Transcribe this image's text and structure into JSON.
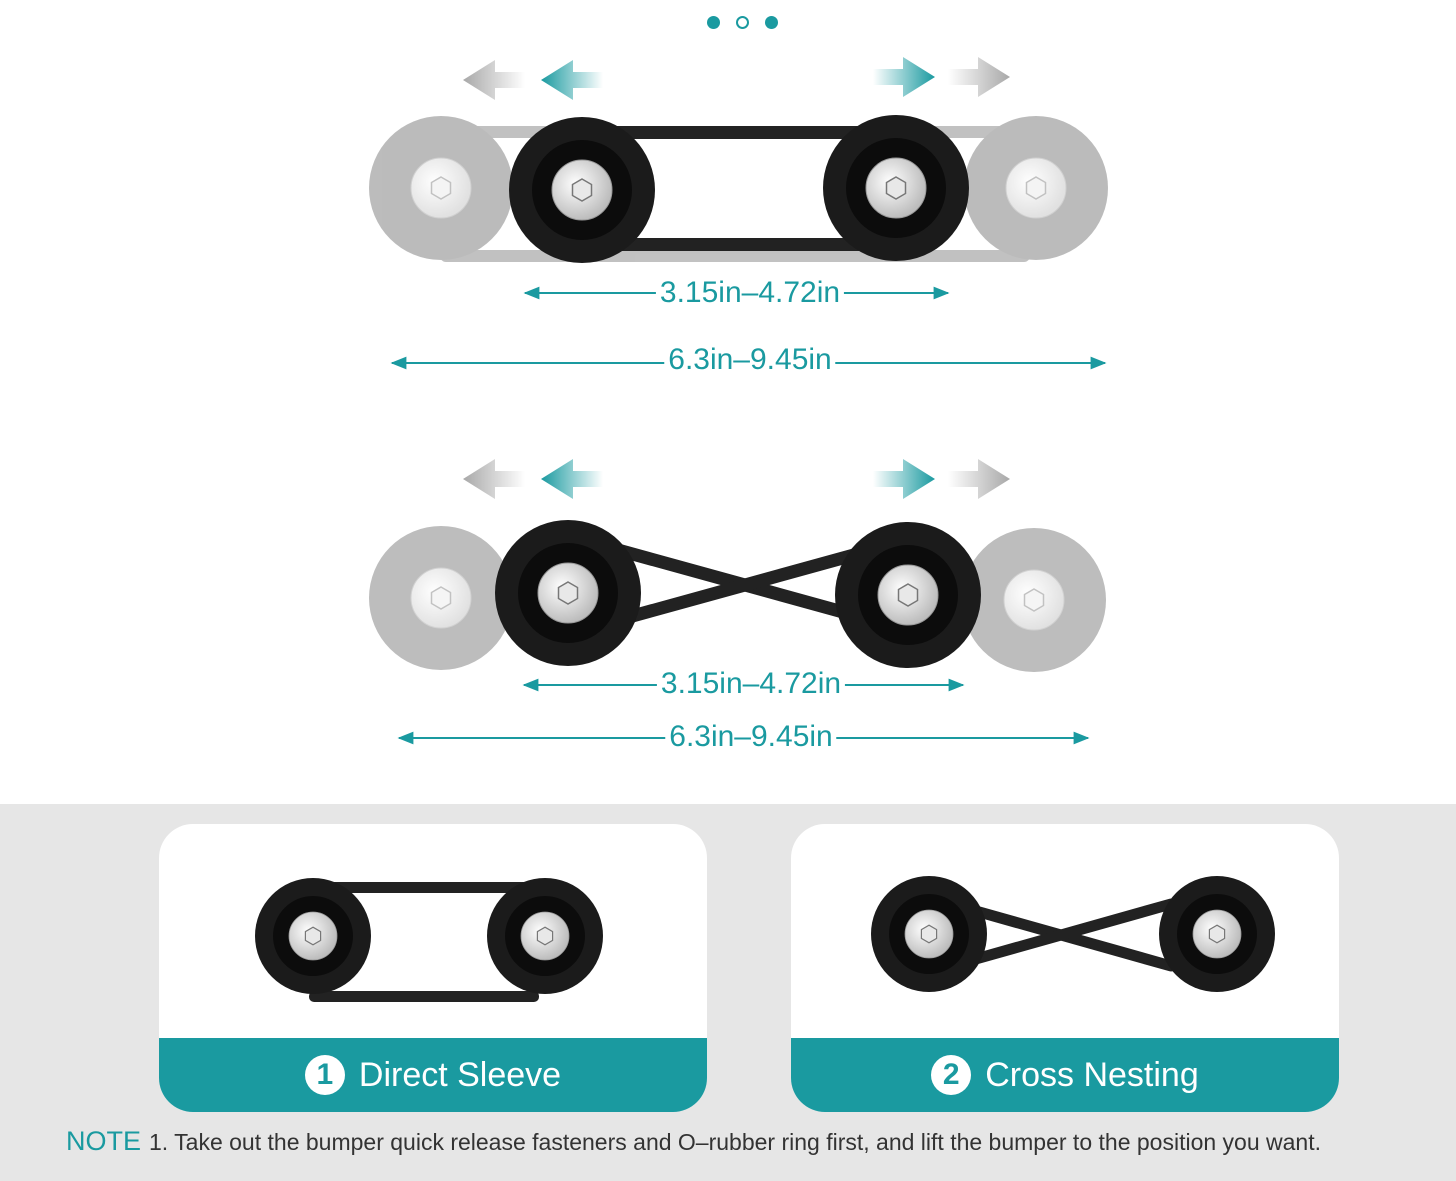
{
  "pager": {
    "dots": [
      "filled",
      "hollow",
      "filled"
    ]
  },
  "diagram_top": {
    "inner_dimension": "3.15in–4.72in",
    "outer_dimension": "6.3in–9.45in"
  },
  "diagram_bottom": {
    "inner_dimension": "3.15in–4.72in",
    "outer_dimension": "6.3in–9.45in"
  },
  "options": [
    {
      "number": "1",
      "label": "Direct Sleeve"
    },
    {
      "number": "2",
      "label": "Cross Nesting"
    }
  ],
  "note": {
    "key": "NOTE",
    "text": "1. Take out the bumper quick release fasteners and O–rubber ring first, and lift the bumper to the position you want."
  },
  "colors": {
    "accent": "#1a9aa0",
    "panel_bg": "#e6e6e6",
    "bumper": "#1b1b1b"
  }
}
